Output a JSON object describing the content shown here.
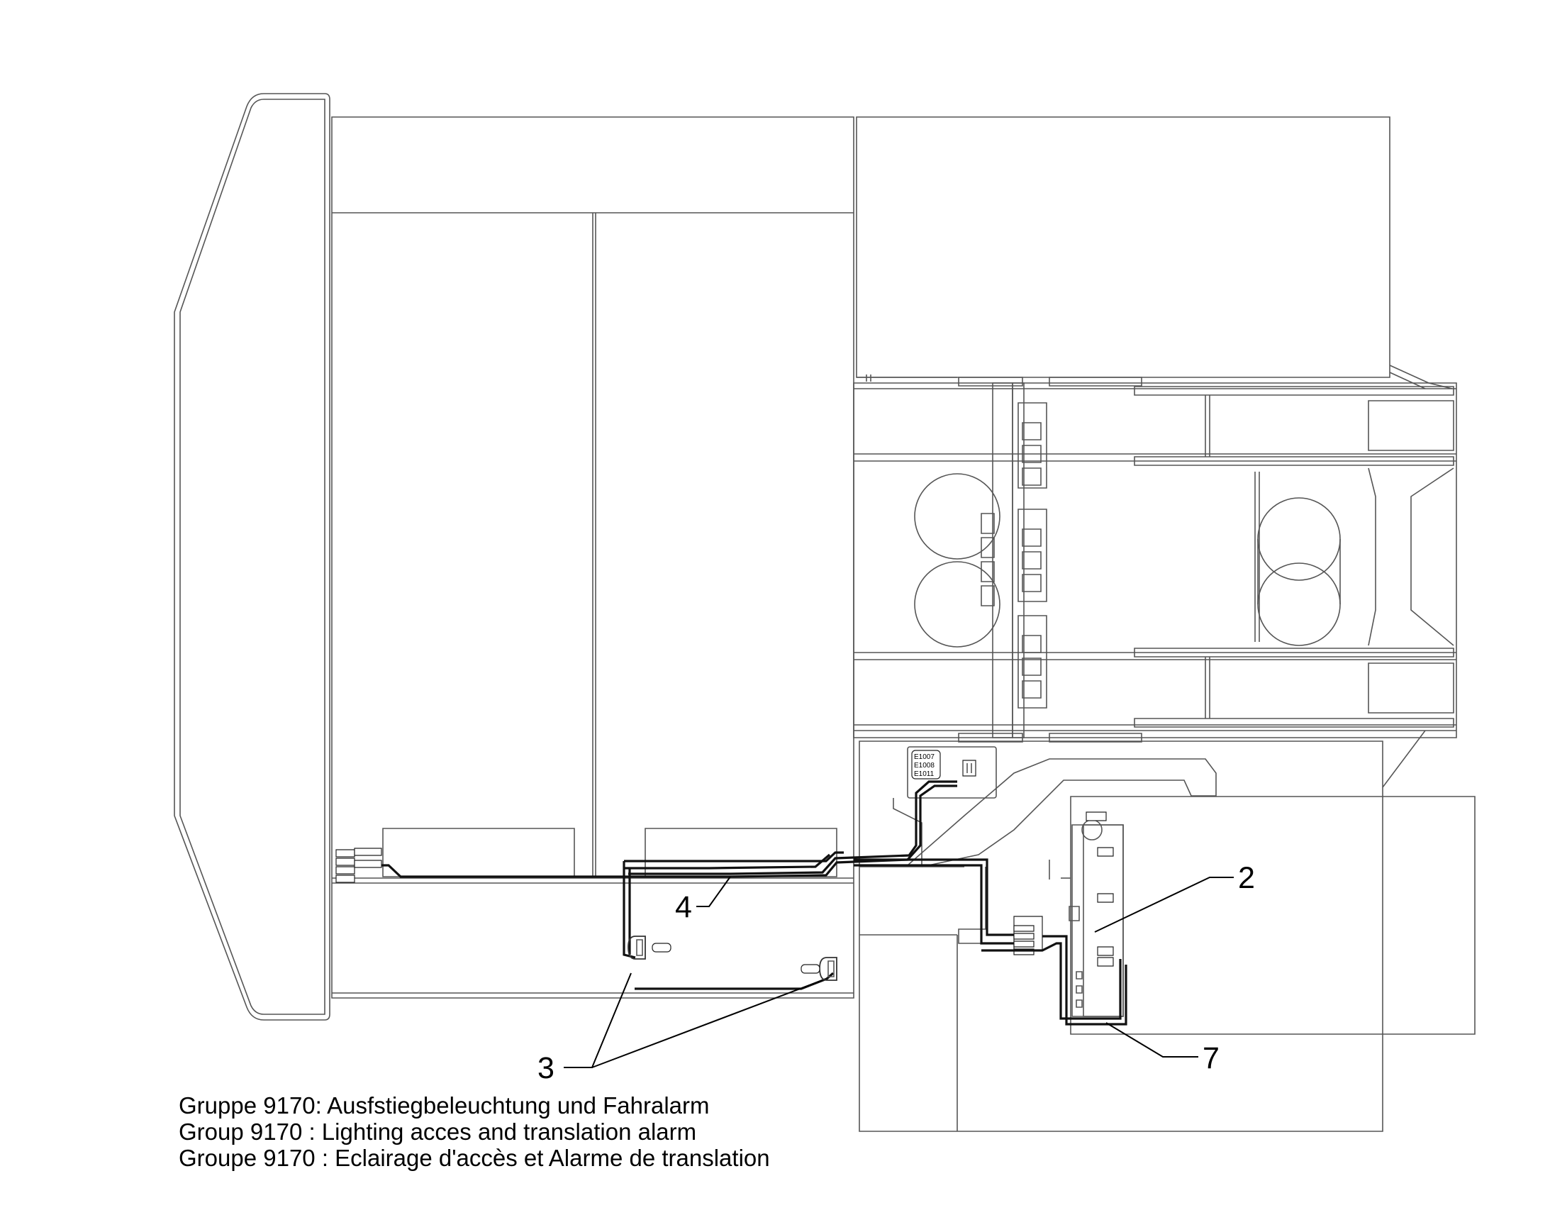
{
  "callouts": {
    "c2": "2",
    "c3": "3",
    "c4": "4",
    "c7": "7"
  },
  "component_labels": {
    "relay_block": [
      "E1007",
      "E1008",
      "E1011"
    ]
  },
  "caption": {
    "de": "Gruppe 9170: Ausfstiegbeleuchtung und Fahralarm",
    "en": "Group 9170 : Lighting acces and translation alarm",
    "fr": "Groupe 9170 : Eclairage d'accès et Alarme de translation"
  }
}
